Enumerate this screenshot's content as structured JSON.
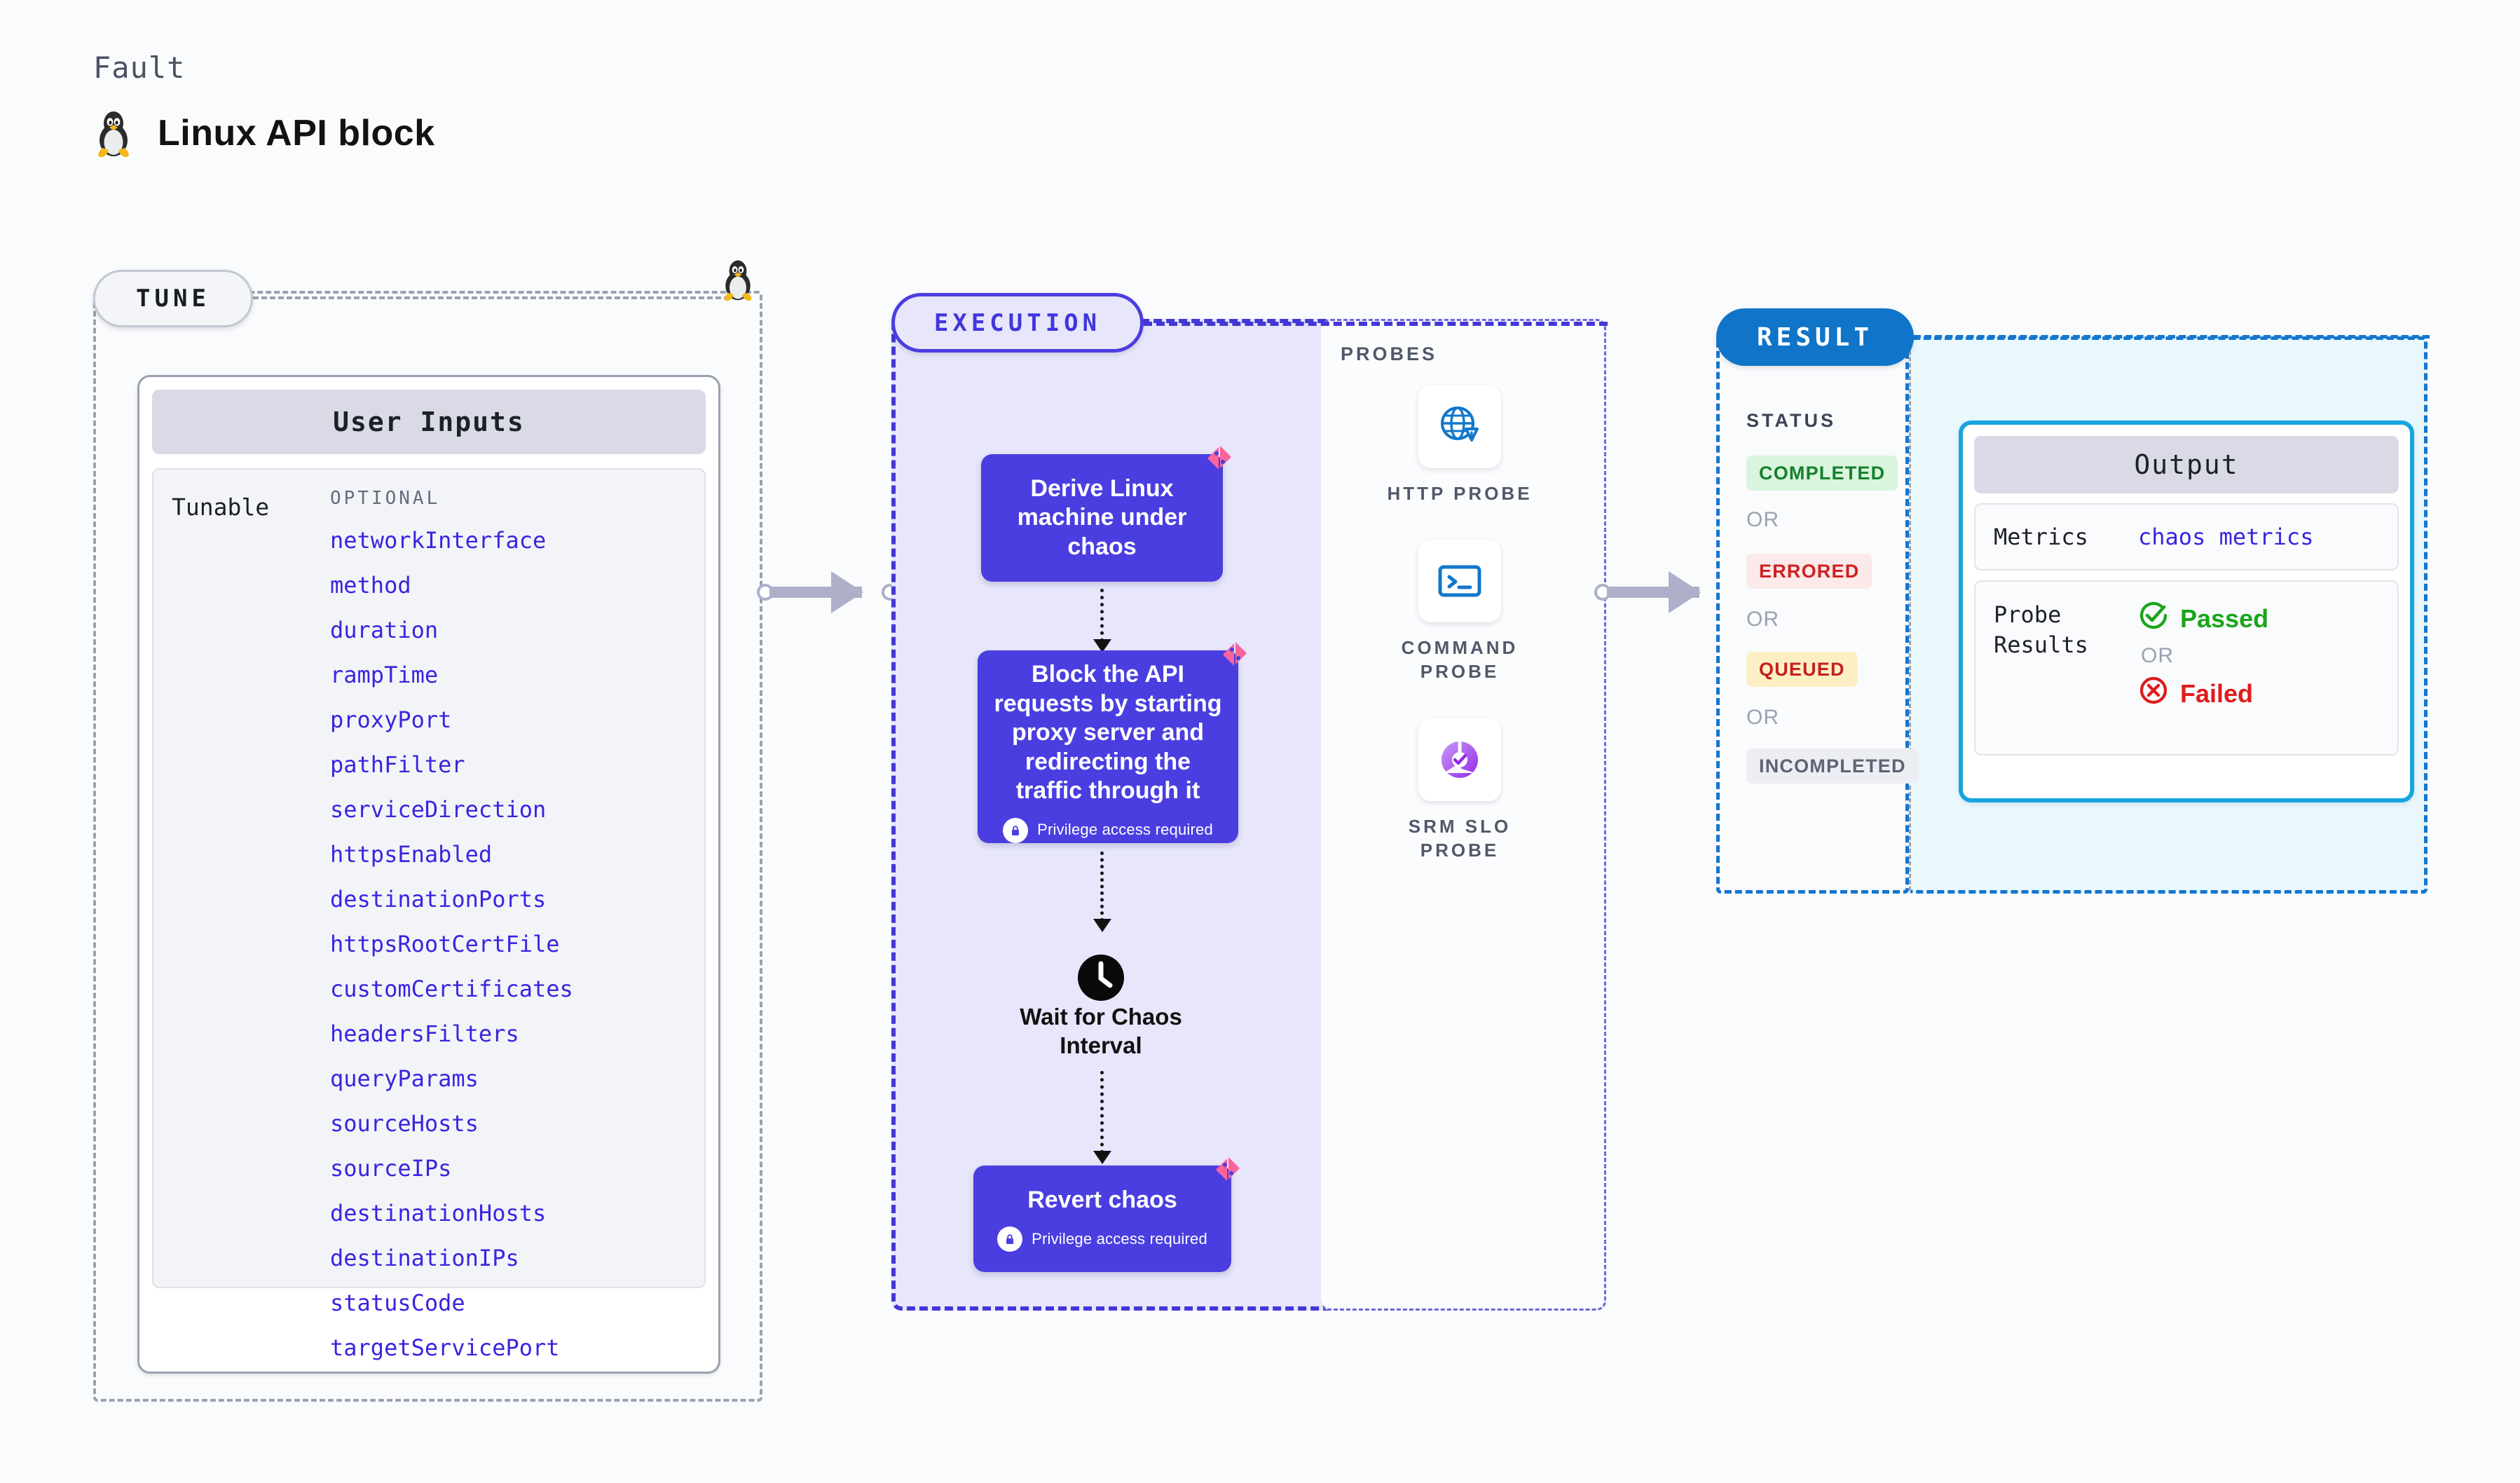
{
  "header": {
    "eyebrow": "Fault",
    "title": "Linux API block",
    "icon": "linux-tux-icon"
  },
  "tune": {
    "pill_label": "TUNE",
    "card_title": "User Inputs",
    "group_label": "Tunable",
    "optional_label": "OPTIONAL",
    "params": [
      "networkInterface",
      "method",
      "duration",
      "rampTime",
      "proxyPort",
      "pathFilter",
      "serviceDirection",
      "httpsEnabled",
      "destinationPorts",
      "httpsRootCertFile",
      "customCertificates",
      "headersFilters",
      "queryParams",
      "sourceHosts",
      "sourceIPs",
      "destinationHosts",
      "destinationIPs",
      "statusCode",
      "targetServicePort"
    ]
  },
  "execution": {
    "pill_label": "EXECUTION",
    "nodes": [
      {
        "text": "Derive Linux machine under chaos",
        "privilege": null
      },
      {
        "text": "Block the API requests by starting proxy server and redirecting the traffic through it",
        "privilege": "Privilege access required"
      },
      {
        "text": "Revert chaos",
        "privilege": "Privilege access required"
      }
    ],
    "wait": {
      "label": "Wait for Chaos Interval",
      "icon": "clock-icon"
    }
  },
  "probes": {
    "title": "PROBES",
    "items": [
      {
        "label": "HTTP PROBE",
        "icon": "globe-warning-icon"
      },
      {
        "label": "COMMAND PROBE",
        "icon": "terminal-icon"
      },
      {
        "label": "SRM SLO PROBE",
        "icon": "slo-donut-check-icon"
      }
    ]
  },
  "result": {
    "pill_label": "RESULT",
    "status_title": "STATUS",
    "or_label": "OR",
    "statuses": [
      {
        "label": "COMPLETED",
        "bg": "#d9f5dd",
        "color": "#17802c"
      },
      {
        "label": "ERRORED",
        "bg": "#fce9e9",
        "color": "#cf2020"
      },
      {
        "label": "QUEUED",
        "bg": "#fdefc4",
        "color": "#c32020"
      },
      {
        "label": "INCOMPLETED",
        "bg": "#eceef3",
        "color": "#5c6374"
      }
    ],
    "output": {
      "header": "Output",
      "metrics_label": "Metrics",
      "metrics_value": "chaos metrics",
      "probe_results_label": "Probe Results",
      "passed_label": "Passed",
      "failed_label": "Failed",
      "or_label": "OR"
    }
  },
  "colors": {
    "accent_purple": "#4a3ee0",
    "accent_blue": "#1074c8",
    "output_border": "#16a5e0",
    "param_text": "#3a24e0",
    "litmus_pink": "#f9649c"
  }
}
